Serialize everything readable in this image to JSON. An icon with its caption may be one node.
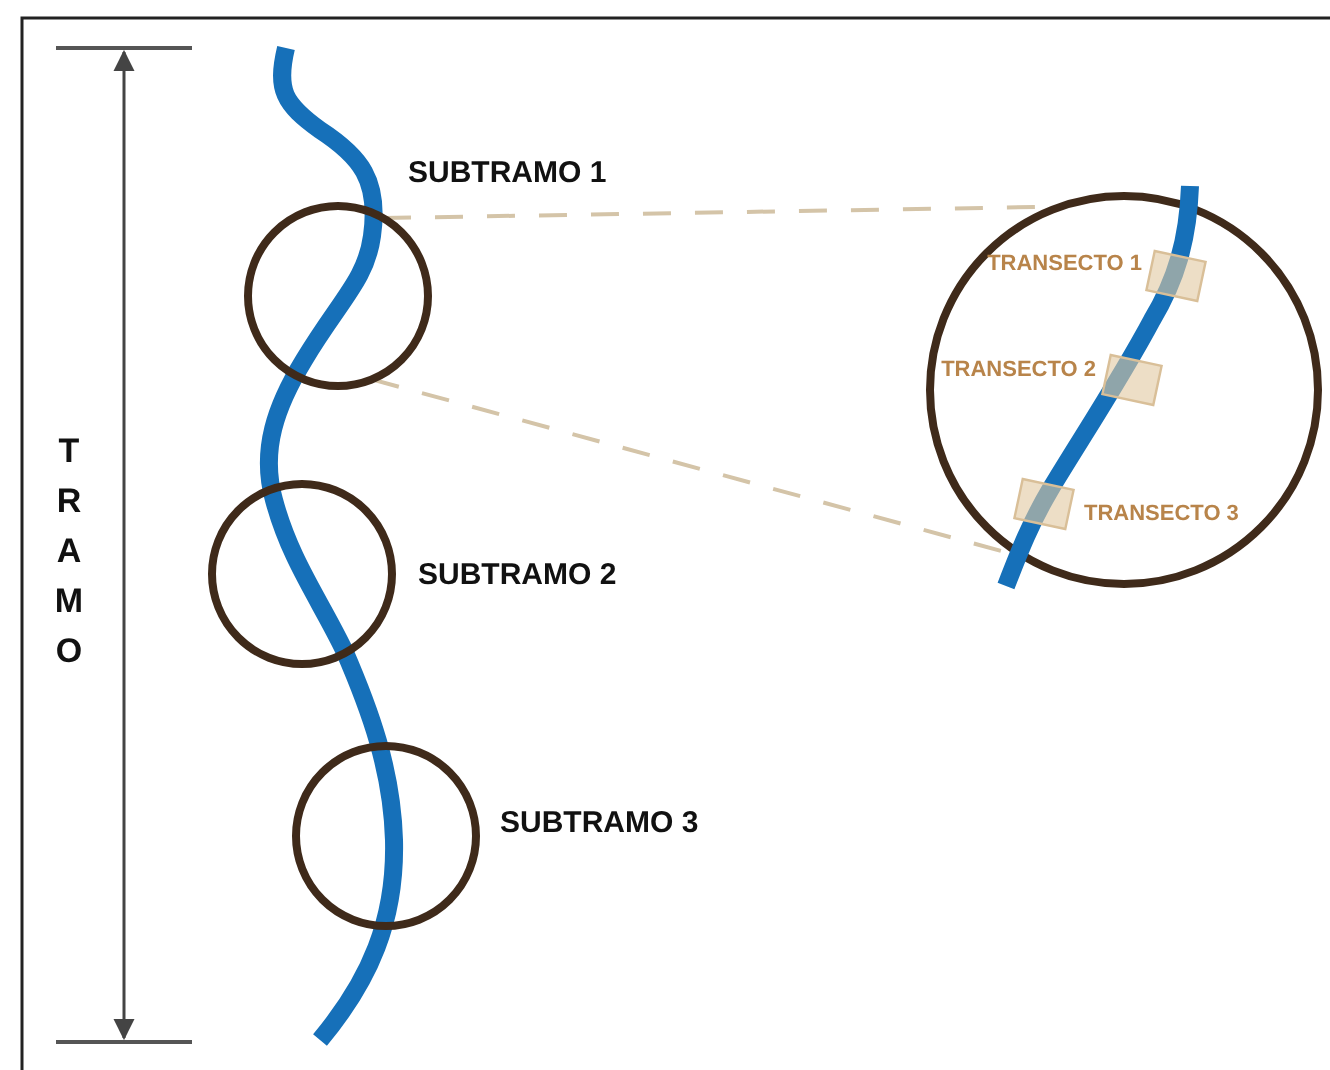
{
  "diagram": {
    "nodes": [
      {
        "text": [],
        "shape": "circle",
        "beside": [
          "SUBTRAMO 1"
        ]
      },
      {
        "text": [],
        "shape": "circle",
        "beside": [
          "SUBTRAMO 2"
        ]
      },
      {
        "text": [],
        "shape": "circle",
        "beside": [
          "SUBTRAMO 3"
        ]
      },
      {
        "text": [],
        "shape": "circle"
      }
    ],
    "edges": [
      {
        "from": 0,
        "to": 3,
        "arrow": "none",
        "style": "dashed"
      },
      {
        "from": 0,
        "to": 3,
        "arrow": "none",
        "style": "dashed"
      }
    ],
    "labels": [
      "TRAMO",
      "TRANSECTO 1",
      "TRANSECTO 2",
      "TRANSECTO 3"
    ]
  }
}
